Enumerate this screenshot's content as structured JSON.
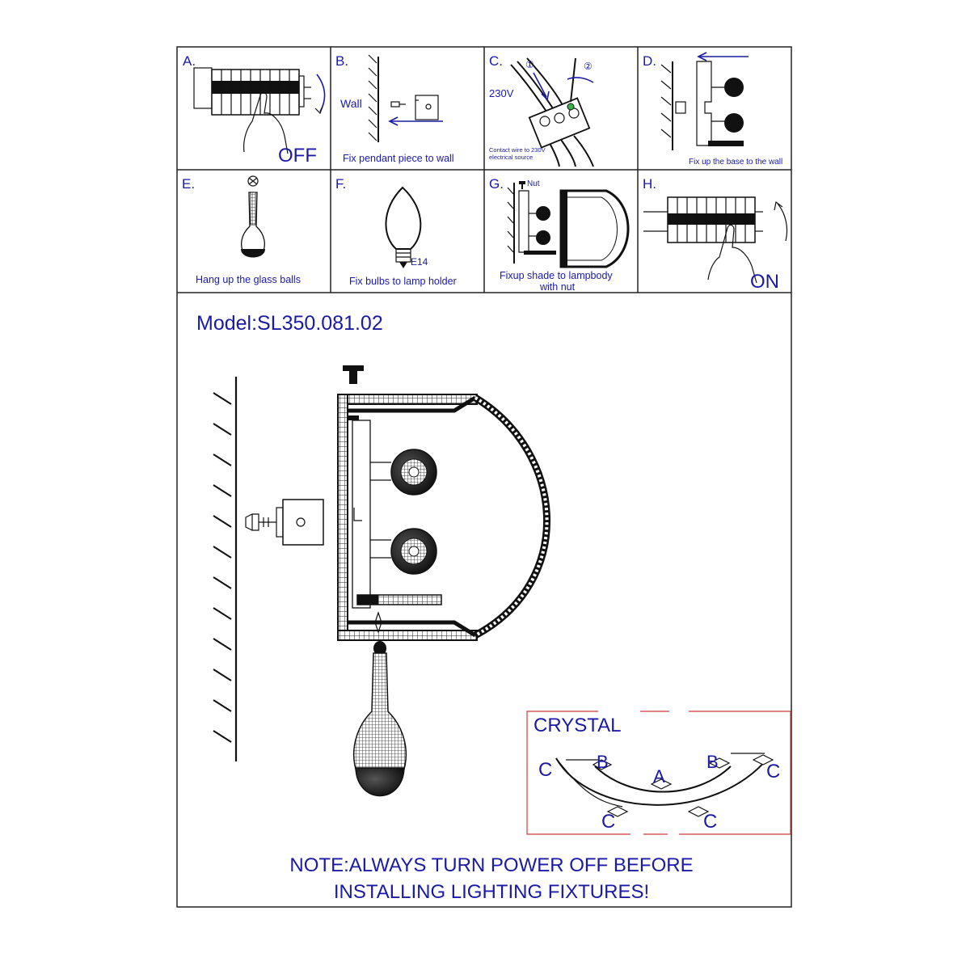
{
  "steps": [
    {
      "letter": "A.",
      "caption": "",
      "state": "OFF"
    },
    {
      "letter": "B.",
      "caption": "Fix pendant piece to wall",
      "wall_label": "Wall"
    },
    {
      "letter": "C.",
      "caption_line1": "Contact wire to 230V",
      "caption_line2": "electrical source",
      "voltage": "230V",
      "mark1": "①",
      "mark2": "②"
    },
    {
      "letter": "D.",
      "caption": "Fix up the base to the wall"
    },
    {
      "letter": "E.",
      "caption": "Hang up the glass balls"
    },
    {
      "letter": "F.",
      "caption": "Fix bulbs to lamp holder",
      "bulb_type": "E14"
    },
    {
      "letter": "G.",
      "caption_line1": "Fixup shade to lampbody",
      "caption_line2": "with nut",
      "nut_label": "Nut"
    },
    {
      "letter": "H.",
      "caption": "",
      "state": "ON"
    }
  ],
  "model": "Model:SL350.081.02",
  "crystal": {
    "title": "CRYSTAL",
    "labels": [
      "C",
      "B",
      "A",
      "B",
      "C",
      "C",
      "C"
    ]
  },
  "note": {
    "line1": "NOTE:ALWAYS TURN POWER OFF BEFORE",
    "line2": "INSTALLING LIGHTING FIXTURES!"
  },
  "colors": {
    "text": "#1a1aa6",
    "line": "#111111",
    "crystal_frame": "#d43a3a"
  }
}
